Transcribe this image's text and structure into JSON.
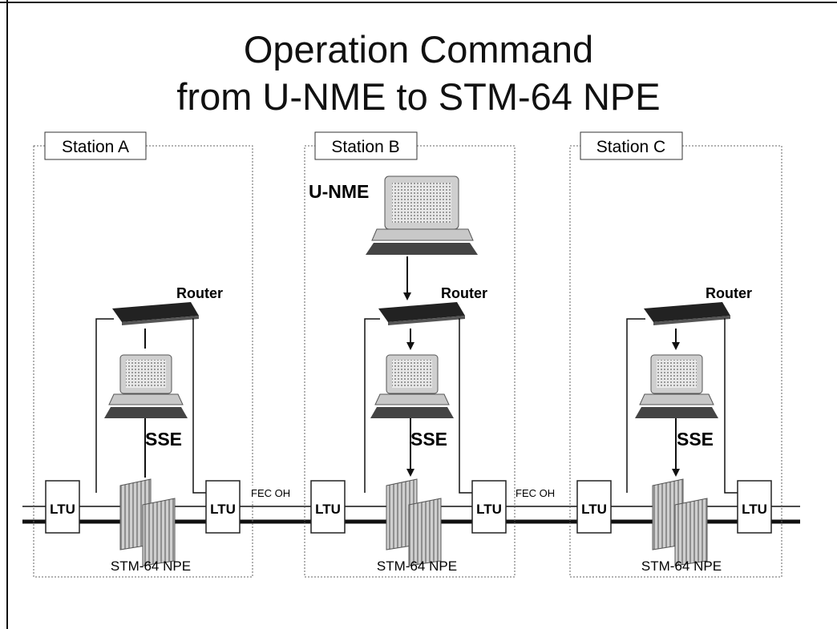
{
  "slide": {
    "title_line1": "Operation Command",
    "title_line2": "from U-NME to STM-64 NPE"
  },
  "stations": [
    {
      "label": "Station A",
      "has_unme": false
    },
    {
      "label": "Station B",
      "has_unme": true
    },
    {
      "label": "Station C",
      "has_unme": false
    }
  ],
  "labels": {
    "router": "Router",
    "sse": "SSE",
    "ltu": "LTU",
    "npe": "STM-64 NPE",
    "unme": "U-NME",
    "fec_oh": "FEC OH"
  },
  "colors": {
    "line": "#111111",
    "box_border": "#555555",
    "device_gray": "#bdbdbd",
    "router_dark": "#222222"
  }
}
